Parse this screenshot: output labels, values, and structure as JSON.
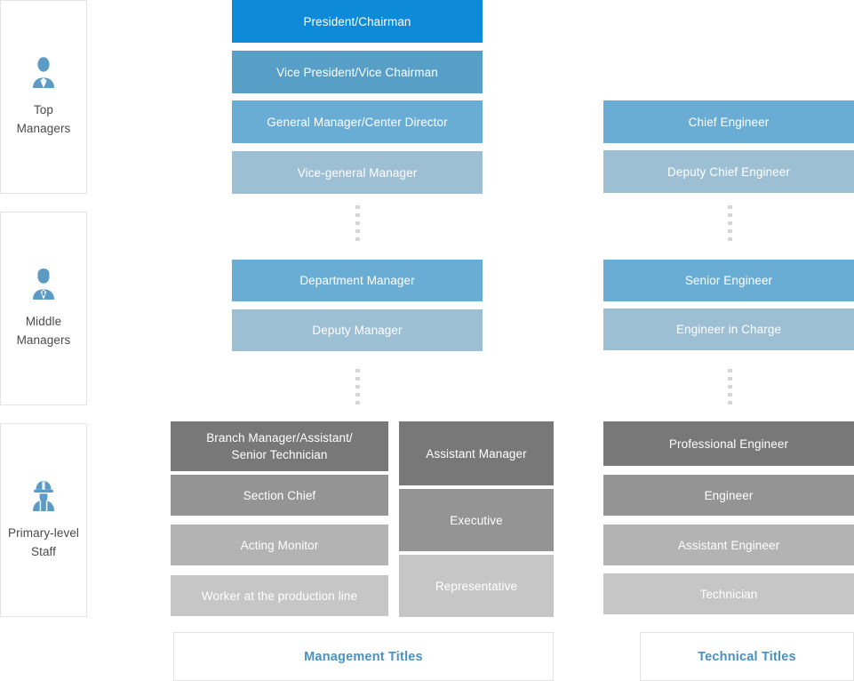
{
  "categories": [
    {
      "id": "top-managers",
      "label": "Top\nManagers",
      "icon": "manager-suit-icon"
    },
    {
      "id": "middle-managers",
      "label": "Middle\nManagers",
      "icon": "manager-tie-icon"
    },
    {
      "id": "primary-staff",
      "label": "Primary-level\nStaff",
      "icon": "worker-helmet-icon"
    }
  ],
  "management_column": {
    "top": [
      {
        "label": "President/Chairman",
        "color": "#0d8bd9"
      },
      {
        "label": "Vice President/Vice Chairman",
        "color": "#579fc7"
      },
      {
        "label": "General Manager/Center Director",
        "color": "#6aadd4"
      },
      {
        "label": "Vice-general Manager",
        "color": "#9dbfd4"
      }
    ],
    "middle": [
      {
        "label": "Department Manager",
        "color": "#6aadd4"
      },
      {
        "label": "Deputy Manager",
        "color": "#9dbfd4"
      }
    ],
    "primary_left": [
      {
        "label": "Branch Manager/Assistant/\nSenior Technician",
        "color": "#787878"
      },
      {
        "label": "Section Chief",
        "color": "#949494"
      },
      {
        "label": "Acting Monitor",
        "color": "#b3b3b3"
      },
      {
        "label": "Worker at the production line",
        "color": "#c6c6c6"
      }
    ],
    "primary_right": [
      {
        "label": "Assistant Manager",
        "color": "#787878"
      },
      {
        "label": "Executive",
        "color": "#949494"
      },
      {
        "label": "Representative",
        "color": "#c6c6c6"
      }
    ]
  },
  "technical_column": {
    "top": [
      {
        "label": "Chief Engineer",
        "color": "#6aadd4"
      },
      {
        "label": "Deputy Chief Engineer",
        "color": "#9dbfd4"
      }
    ],
    "middle": [
      {
        "label": "Senior Engineer",
        "color": "#6aadd4"
      },
      {
        "label": "Engineer in Charge",
        "color": "#9dbfd4"
      }
    ],
    "primary": [
      {
        "label": "Professional Engineer",
        "color": "#787878"
      },
      {
        "label": "Engineer",
        "color": "#949494"
      },
      {
        "label": "Assistant Engineer",
        "color": "#b3b3b3"
      },
      {
        "label": "Technician",
        "color": "#c6c6c6"
      }
    ]
  },
  "legends": [
    {
      "id": "management-titles",
      "label": "Management Titles"
    },
    {
      "id": "technical-titles",
      "label": "Technical Titles"
    }
  ],
  "palette": {
    "accent_blue": "#0d8bd9",
    "legend_text": "#4a90c4",
    "panel_border": "#e3e3e3",
    "dot_gray": "#d6d6d6"
  }
}
